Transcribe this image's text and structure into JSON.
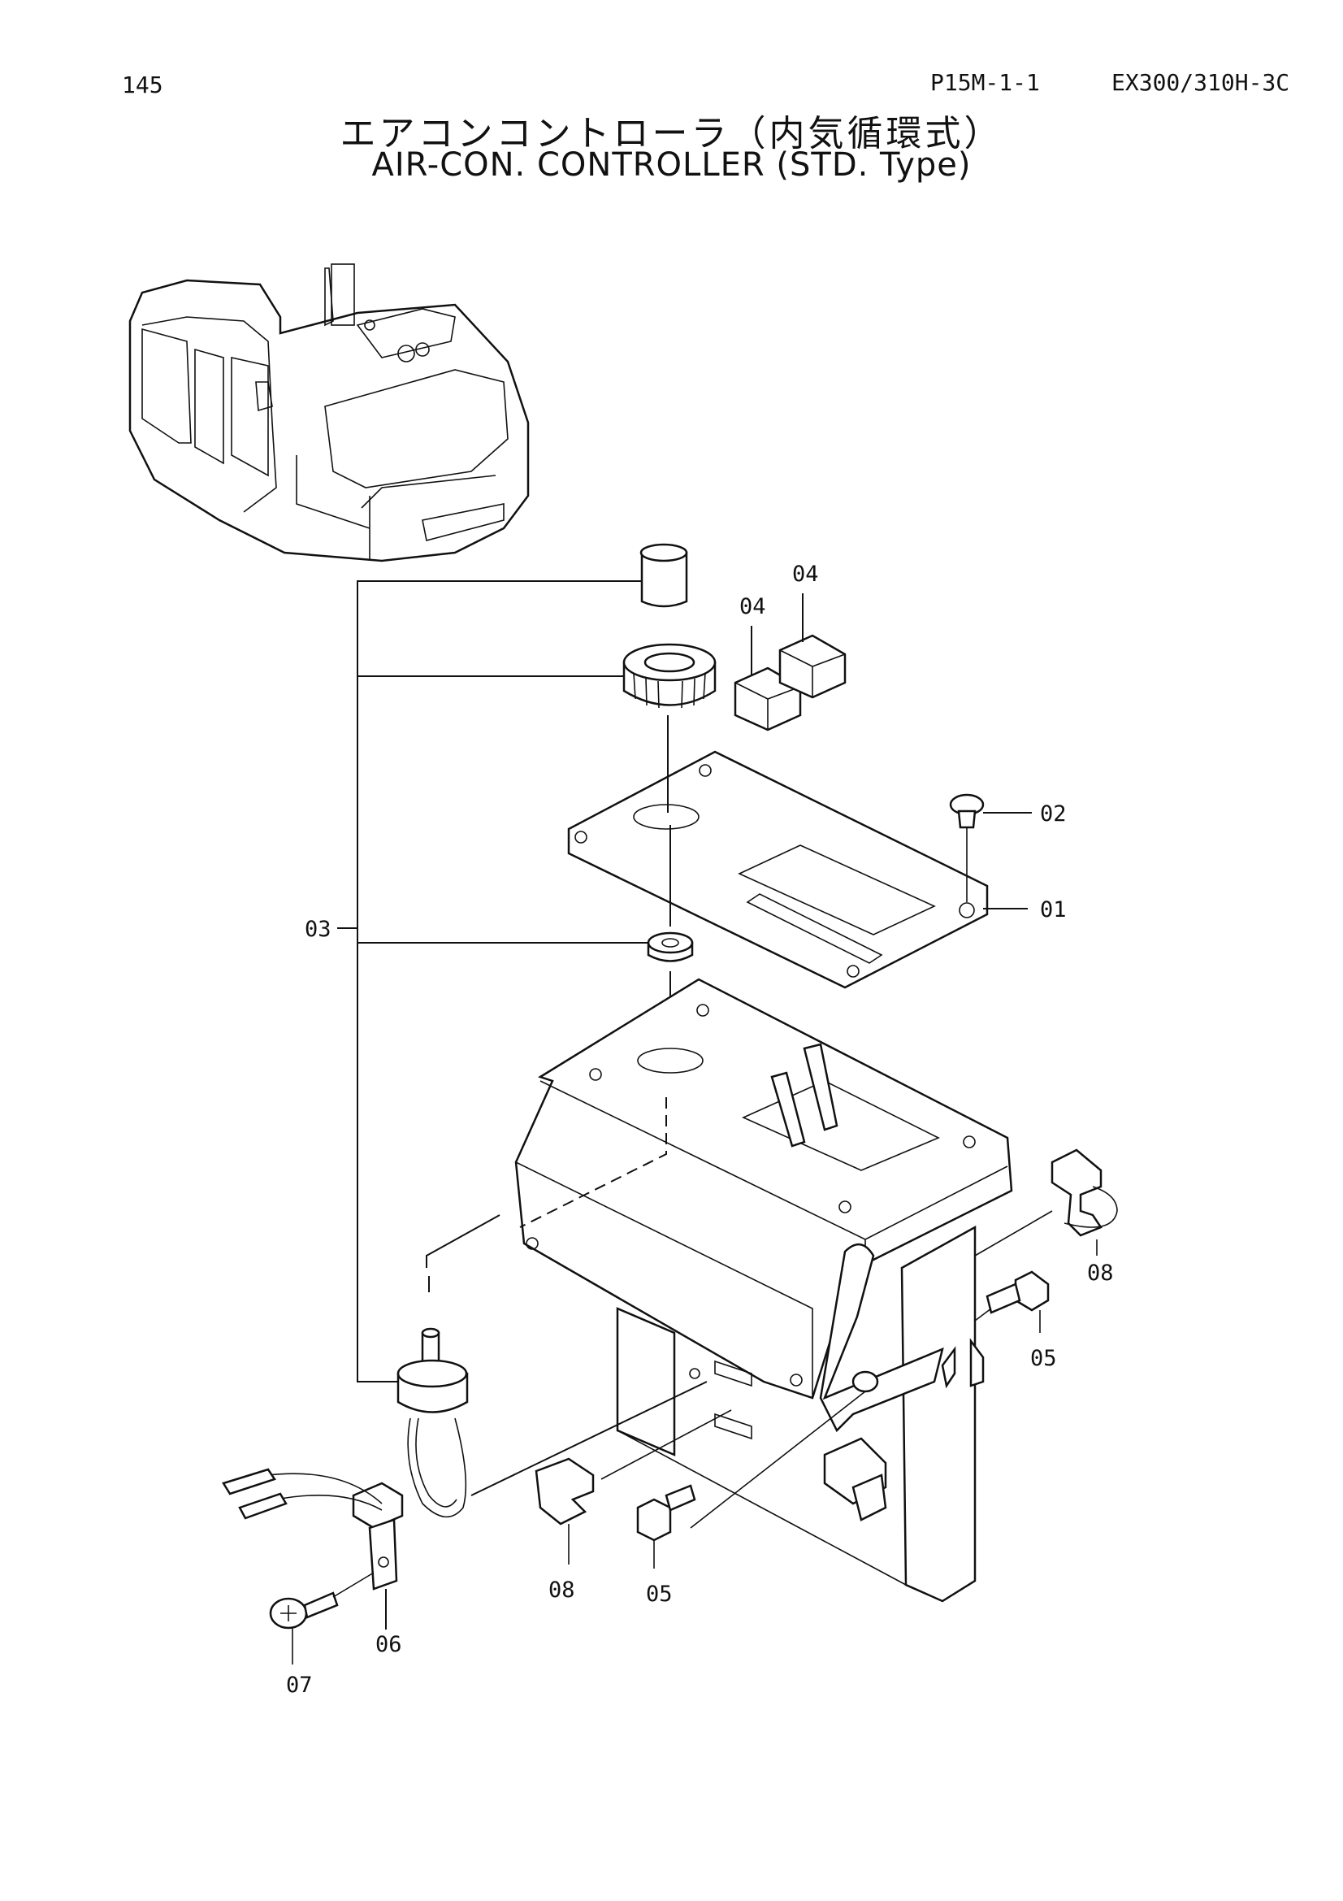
{
  "header": {
    "page_number": "145",
    "page_code": "P15M-1-1",
    "model": "EX300/310H-3C"
  },
  "title": {
    "japanese": "エアコンコントローラ（内気循環式）",
    "english": "AIR-CON. CONTROLLER (STD. Type)"
  },
  "callouts": {
    "c01": "01",
    "c02": "02",
    "c03": "03",
    "c04a": "04",
    "c04b": "04",
    "c05a": "05",
    "c05b": "05",
    "c06": "06",
    "c07": "07",
    "c08a": "08",
    "c08b": "08"
  }
}
